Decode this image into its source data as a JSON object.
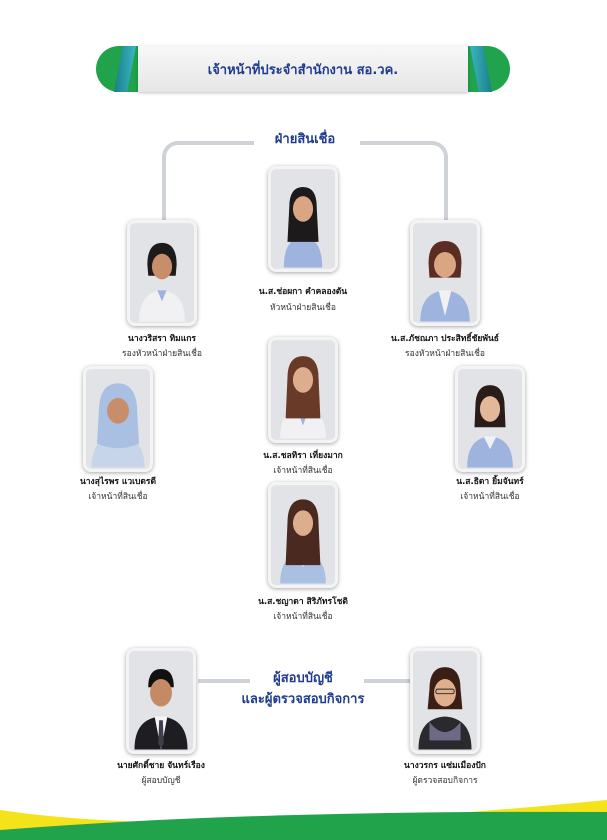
{
  "header": {
    "title": "เจ้าหน้าที่ประจำสำนักงาน สอ.วค."
  },
  "credit_section": {
    "title": "ฝ่ายสินเชื่อ",
    "members": [
      {
        "name": "น.ส.ช่อผกา  คำคลองตัน",
        "role": "หัวหน้าฝ่ายสินเชื่อ"
      },
      {
        "name": "นางวริสรา  ทิมแกร",
        "role": "รองหัวหน้าฝ่ายสินเชื่อ"
      },
      {
        "name": "น.ส.ภัชณภา  ประสิทธิ์ชัยพันธ์",
        "role": "รองหัวหน้าฝ่ายสินเชื่อ"
      },
      {
        "name": "นางสุไรพร  แวเบดรดี",
        "role": "เจ้าหน้าที่สินเชื่อ"
      },
      {
        "name": "น.ส.ชลทิรา  เที่ยงมาก",
        "role": "เจ้าหน้าที่สินเชื่อ"
      },
      {
        "name": "น.ส.ธิดา  ยิ้มจันทร์",
        "role": "เจ้าหน้าที่สินเชื่อ"
      },
      {
        "name": "น.ส.ชญาดา  สิริภัทรโชติ",
        "role": "เจ้าหน้าที่สินเชื่อ"
      }
    ]
  },
  "audit_section": {
    "title_line1": "ผู้สอบบัญชี",
    "title_line2": "และผู้ตรวจสอบกิจการ",
    "members": [
      {
        "name": "นายศักดิ์ชาย จันทร์เรือง",
        "role": "ผู้สอบบัญชี"
      },
      {
        "name": "นางวรกร แซ่มเมืองปัก",
        "role": "ผู้ตรวจสอบกิจการ"
      }
    ]
  },
  "colors": {
    "title_blue": "#1f3c8f",
    "brand_green": "#20a34a",
    "accent_teal": "#3bb6c3",
    "footer_yellow": "#f4e21a"
  }
}
